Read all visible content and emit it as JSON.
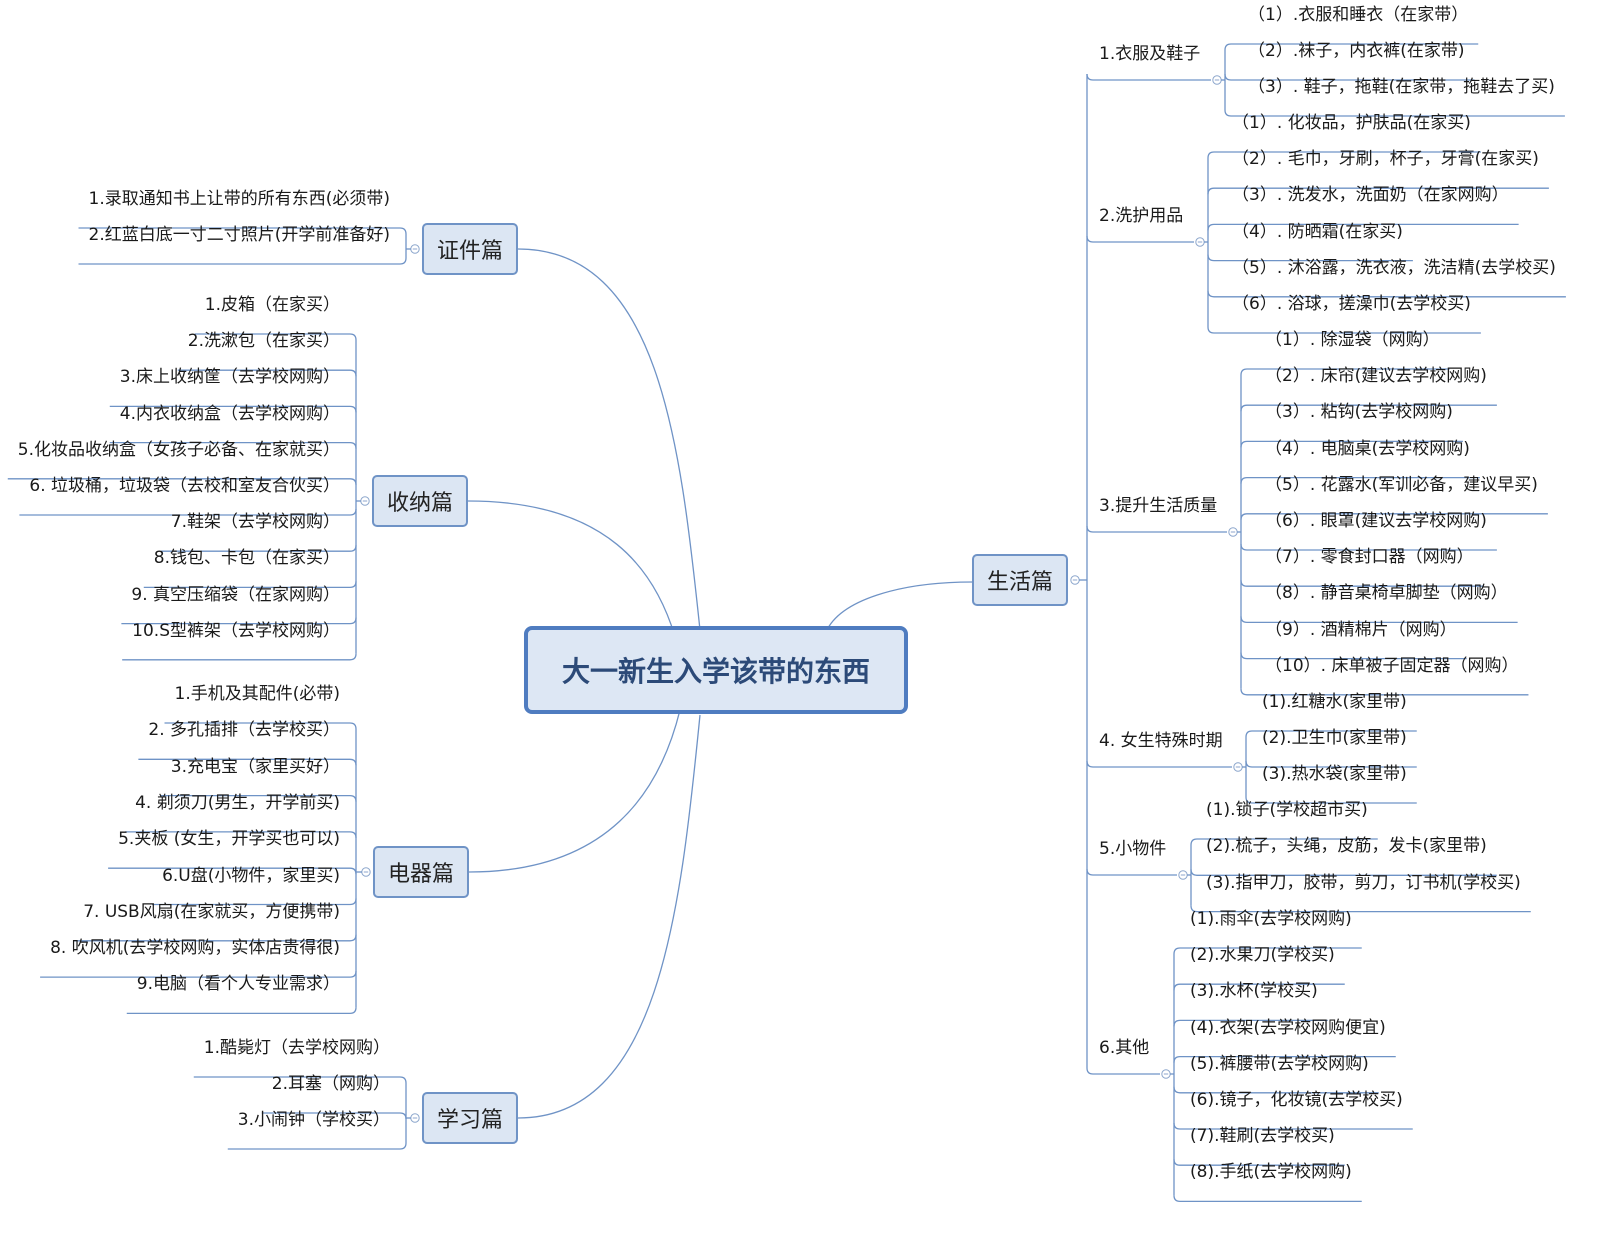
{
  "root": "大一新生入学该带的东西",
  "colors": {
    "line": "#6f93c6",
    "topic_fill": "#dce6f3",
    "root_border": "#4f7cc0",
    "root_text": "#2c4a78"
  },
  "left": [
    {
      "label": "证件篇",
      "items": [
        "1.录取通知书上让带的所有东西(必须带)",
        "2.红蓝白底一寸二寸照片(开学前准备好)"
      ]
    },
    {
      "label": "收纳篇",
      "items": [
        "1.皮箱（在家买）",
        "2.洗漱包（在家买）",
        "3.床上收纳筐（去学校网购）",
        "4.内衣收纳盒（去学校网购）",
        "5.化妆品收纳盒（女孩子必备、在家就买）",
        "6. 垃圾桶，垃圾袋（去校和室友合伙买）",
        "7.鞋架（去学校网购）",
        "8.钱包、卡包（在家买）",
        "9. 真空压缩袋（在家网购）",
        "10.S型裤架（去学校网购）"
      ]
    },
    {
      "label": "电器篇",
      "items": [
        "1.手机及其配件(必带)",
        "2. 多孔插排（去学校买）",
        "3.充电宝（家里买好）",
        "4. 剃须刀(男生，开学前买)",
        "5.夹板 (女生，开学买也可以)",
        "6.U盘(小物件，家里买)",
        "7. USB风扇(在家就买，方便携带)",
        "8. 吹风机(去学校网购，实体店贵得很)",
        "9.电脑（看个人专业需求）"
      ]
    },
    {
      "label": "学习篇",
      "items": [
        "1.酷毙灯（去学校网购）",
        "2.耳塞（网购）",
        "3.小闹钟（学校买）"
      ]
    }
  ],
  "right": {
    "label": "生活篇",
    "groups": [
      {
        "label": "1.衣服及鞋子",
        "items": [
          "（1）.衣服和睡衣（在家带）",
          "（2）.袜子，内衣裤(在家带)",
          "（3）. 鞋子，拖鞋(在家带，拖鞋去了买)"
        ]
      },
      {
        "label": "2.洗护用品",
        "items": [
          "（1）. 化妆品，护肤品(在家买)",
          "（2）. 毛巾，牙刷，杯子，牙膏(在家买)",
          "（3）. 洗发水，洗面奶（在家网购）",
          "（4）. 防晒霜(在家买)",
          "（5）. 沐浴露，洗衣液，洗洁精(去学校买)",
          "（6）. 浴球，搓澡巾(去学校买)"
        ]
      },
      {
        "label": "3.提升生活质量",
        "items": [
          "（1）. 除湿袋（网购）",
          "（2）. 床帘(建议去学校网购)",
          "（3）. 粘钩(去学校网购)",
          "（4）. 电脑桌(去学校网购)",
          "（5）. 花露水(军训必备，建议早买)",
          "（6）. 眼罩(建议去学校网购)",
          "（7）. 零食封口器（网购）",
          "（8）. 静音桌椅卓脚垫（网购）",
          "（9）. 酒精棉片（网购）",
          "（10）. 床单被子固定器（网购）"
        ]
      },
      {
        "label": "4. 女生特殊时期",
        "items": [
          "(1).红糖水(家里带)",
          "(2).卫生巾(家里带)",
          "(3).热水袋(家里带)"
        ]
      },
      {
        "label": "5.小物件",
        "items": [
          "(1).锁子(学校超市买)",
          "(2).梳子，头绳，皮筋，发卡(家里带)",
          "(3).指甲刀，胶带，剪刀，订书机(学校买)"
        ]
      },
      {
        "label": "6.其他",
        "items": [
          "(1).雨伞(去学校网购)",
          "(2).水果刀(学校买)",
          "(3).水杯(学校买)",
          "(4).衣架(去学校网购便宜)",
          "(5).裤腰带(去学校网购)",
          "(6).镜子，化妆镜(去学校买)",
          "(7).鞋刷(去学校买)",
          "(8).手纸(去学校网购)"
        ]
      }
    ]
  }
}
